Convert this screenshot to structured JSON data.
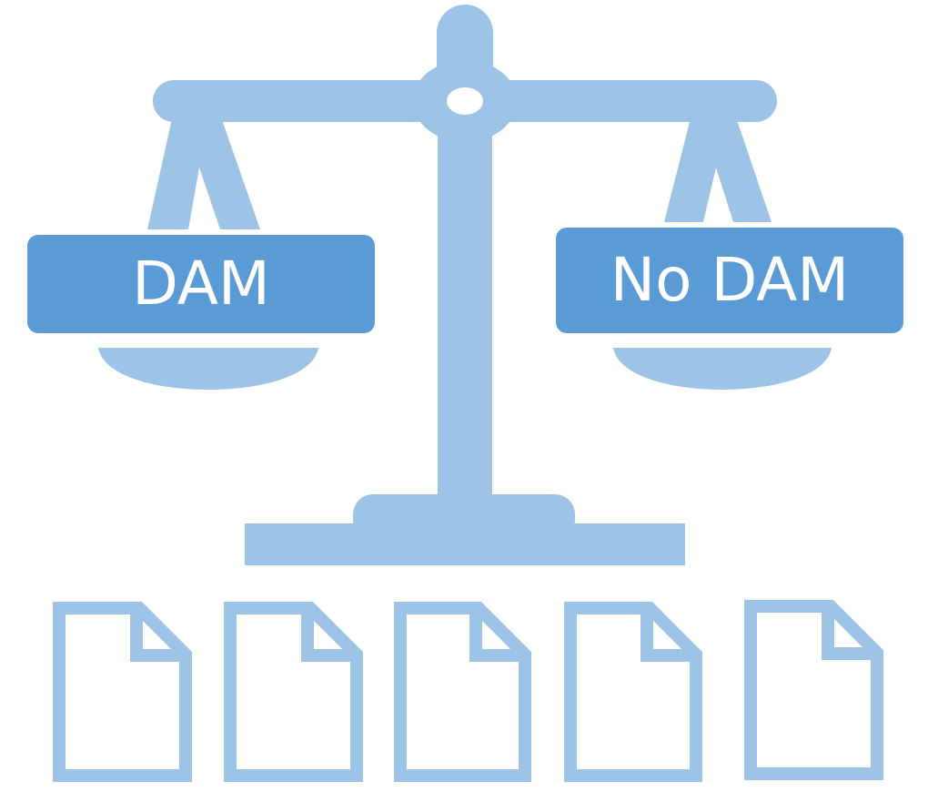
{
  "labels": {
    "left": "DAM",
    "right": "No DAM"
  },
  "colors": {
    "scale": "#9dc3e6",
    "label_fill": "#5b9bd5",
    "label_text": "#ffffff",
    "document_stroke": "#9dc3e6",
    "background": "#ffffff"
  },
  "icons": {
    "scale": "balance-scale-icon",
    "document": "document-icon"
  },
  "documents": {
    "count": 5
  }
}
